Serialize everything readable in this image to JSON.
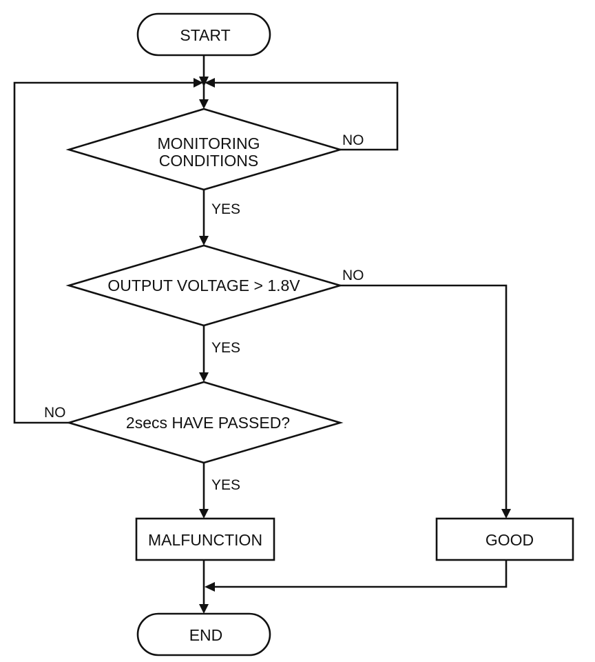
{
  "nodes": {
    "start": "START",
    "monitoring_line1": "MONITORING",
    "monitoring_line2": "CONDITIONS",
    "voltage": "OUTPUT VOLTAGE > 1.8V",
    "timer": "2secs HAVE PASSED?",
    "malfunction": "MALFUNCTION",
    "good": "GOOD",
    "end": "END"
  },
  "edge_labels": {
    "monitoring_no": "NO",
    "monitoring_yes": "YES",
    "voltage_no": "NO",
    "voltage_yes": "YES",
    "timer_no": "NO",
    "timer_yes": "YES"
  }
}
